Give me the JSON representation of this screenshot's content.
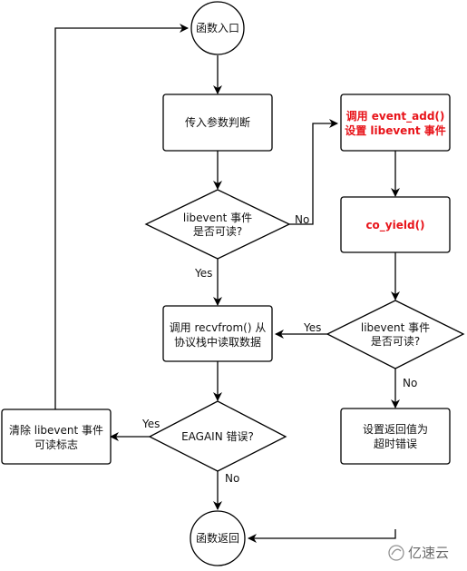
{
  "nodes": {
    "start": "函数入口",
    "judge_params": "传入参数判断",
    "readable_left": [
      "libevent 事件",
      "是否可读?"
    ],
    "call_event_add": [
      "调用 event_add()",
      "设置 libevent 事件"
    ],
    "co_yield": "co_yield()",
    "recvfrom": [
      "调用 recvfrom() 从",
      "协议栈中读取数据"
    ],
    "readable_right": [
      "libevent 事件",
      "是否可读?"
    ],
    "eagain": "EAGAIN 错误?",
    "clear_flag": [
      "清除 libevent 事件",
      "可读标志"
    ],
    "set_timeout": [
      "设置返回值为",
      "超时错误"
    ],
    "end": "函数返回"
  },
  "edge_labels": {
    "no_1": "No",
    "yes_1": "Yes",
    "yes_2": "Yes",
    "no_2": "No",
    "yes_3": "Yes",
    "no_3": "No"
  },
  "colors": {
    "highlight": "#e8141a",
    "stroke": "#000000"
  },
  "watermark": {
    "text": "亿速云",
    "icon": "yisu-logo-icon"
  }
}
